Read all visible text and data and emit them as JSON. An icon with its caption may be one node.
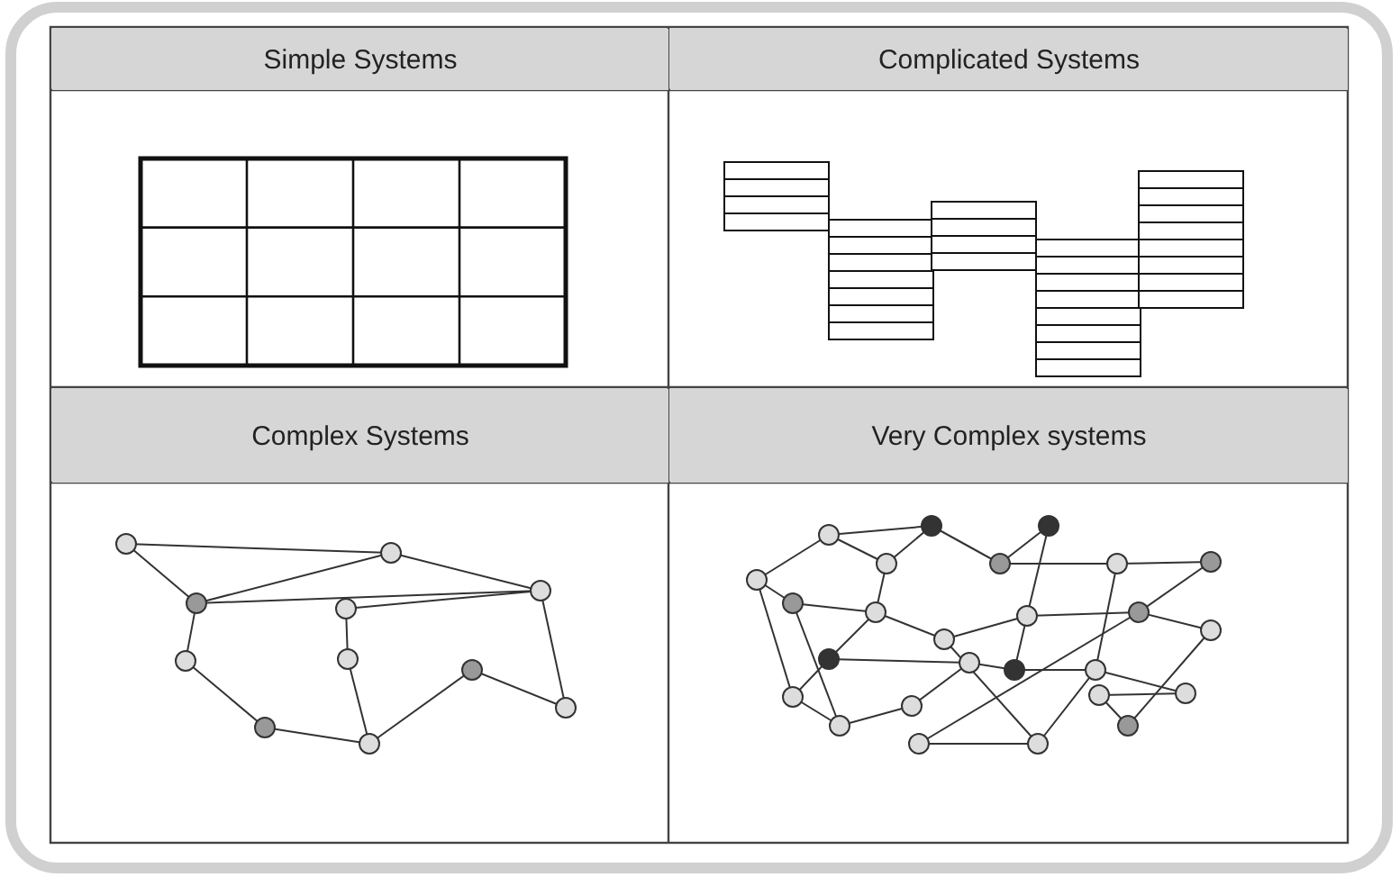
{
  "diagram": {
    "labels": [
      "Simple Systems",
      "Complicated Systems",
      "Complex Systems",
      "Very Complex systems"
    ]
  }
}
